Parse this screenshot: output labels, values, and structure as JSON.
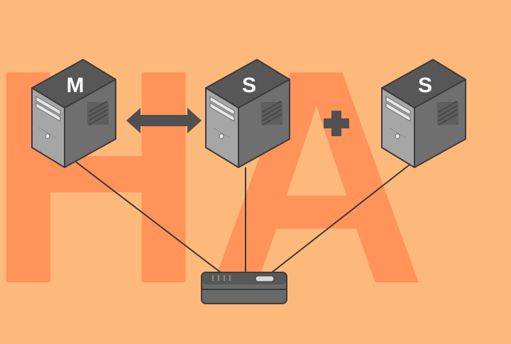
{
  "background": {
    "watermark_text": "HA",
    "colors": {
      "page": "#fdb97a",
      "watermark": "#ff935a"
    }
  },
  "servers": [
    {
      "id": "master",
      "label": "M",
      "role": "master"
    },
    {
      "id": "slave-1",
      "label": "S",
      "role": "slave"
    },
    {
      "id": "slave-2",
      "label": "S",
      "role": "slave"
    }
  ],
  "connectors": {
    "master_slave_link": "double-arrow",
    "add_slave_symbol": "plus-icon",
    "hub": "network-switch"
  },
  "colors": {
    "server_front": "#a6a6a6",
    "server_side": "#6f6f6f",
    "server_top": "#575757",
    "outline": "#3c3c3c",
    "symbol": "#505050",
    "cable": "#3a3a3a",
    "switch_body": "#6a6a6a",
    "switch_top": "#585858"
  }
}
